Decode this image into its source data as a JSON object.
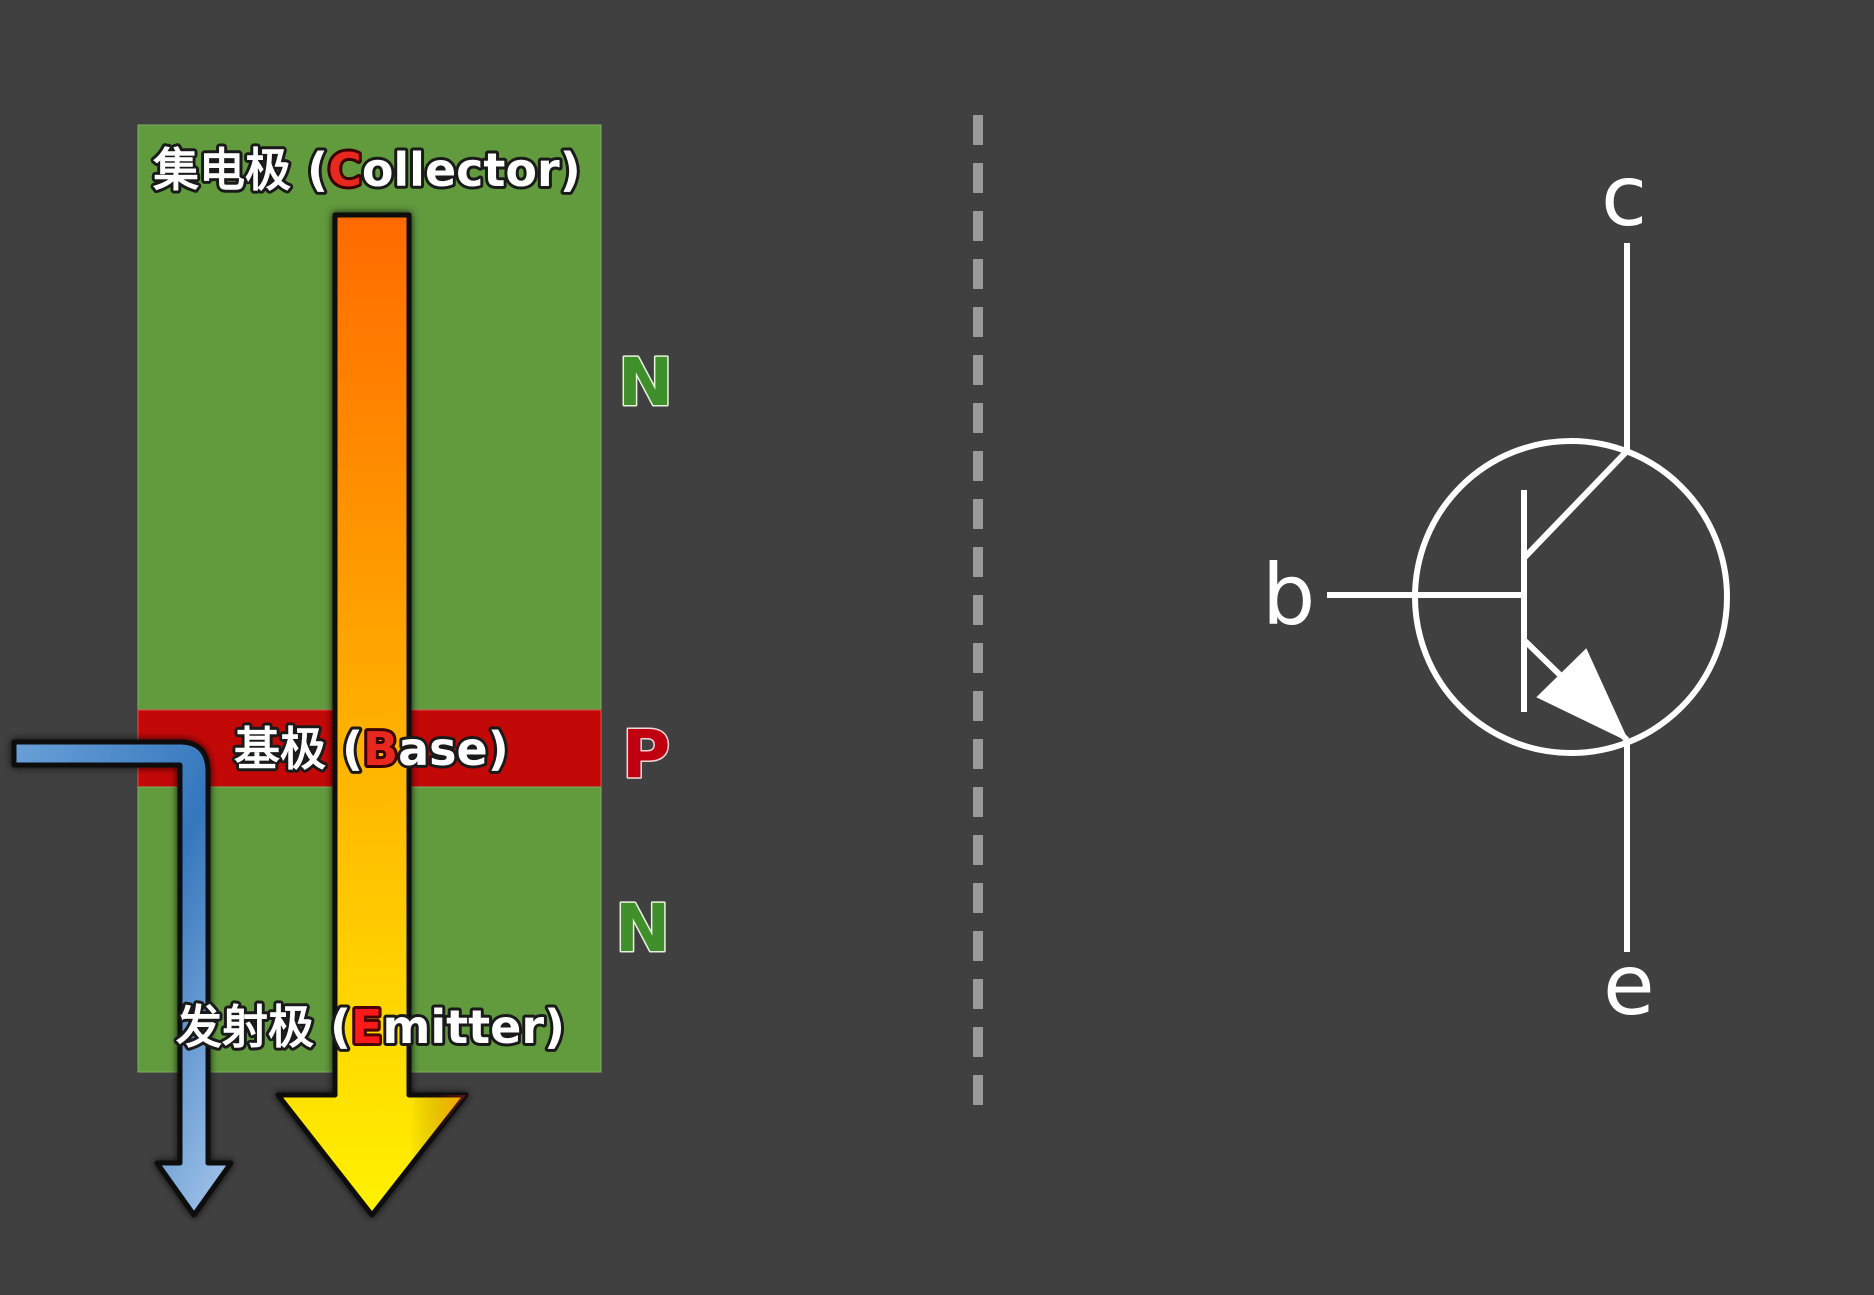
{
  "layers": {
    "collector": {
      "name": "集电极",
      "open": " (",
      "initial": "C",
      "rest": "ollector",
      "close": ")"
    },
    "base": {
      "name": "基极",
      "open": " (",
      "initial": "B",
      "rest": "ase",
      "close": ")"
    },
    "emitter": {
      "name": "发射极",
      "open": " (",
      "initial": "E",
      "rest": "mitter",
      "close": ")"
    }
  },
  "region_tags": {
    "top": "N",
    "middle": "P",
    "bottom": "N"
  },
  "symbol": {
    "collector_pin": "c",
    "base_pin": "b",
    "emitter_pin": "e"
  },
  "colors": {
    "background": "#404040",
    "n_region": "#629a3e",
    "p_region": "#c30808",
    "n_tag": "#3f8f2a",
    "p_tag": "#c00010",
    "big_current_arrow_top": "#ff4a00",
    "big_current_arrow_bottom": "#ffee00",
    "small_current_arrow": "#3b7bc0",
    "symbol_stroke": "#ffffff",
    "divider": "#9a9a9a"
  }
}
